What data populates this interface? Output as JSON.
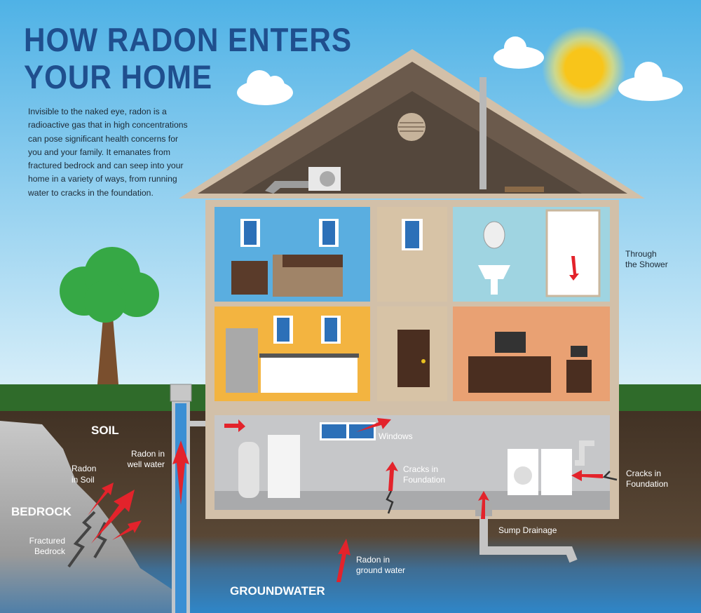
{
  "title": {
    "line1": "HOW RADON ENTERS",
    "line2": "YOUR HOME"
  },
  "intro": "Invisible to the naked eye, radon is a radioactive gas that in high concentrations can pose significant health concerns for you and your family. It emanates from fractured bedrock and can seep into your home in a variety of ways, from running water to cracks in the foundation.",
  "labels": {
    "soil": "SOIL",
    "bedrock": "BEDROCK",
    "groundwater": "GROUNDWATER",
    "radon_in_soil": [
      "Radon",
      "in Soil"
    ],
    "radon_in_well_water": [
      "Radon in",
      "well water"
    ],
    "fractured_bedrock": [
      "Fractured",
      "Bedrock"
    ],
    "windows": "Windows",
    "cracks_center": [
      "Cracks in",
      "Foundation"
    ],
    "cracks_right": [
      "Cracks in",
      "Foundation"
    ],
    "through_shower": [
      "Through",
      "the Shower"
    ],
    "sump_drainage": "Sump Drainage",
    "radon_in_groundwater": [
      "Radon in",
      "ground water"
    ]
  },
  "colors": {
    "title": "#1f4f8e",
    "arrow": "#e3232b",
    "soil": "#4b3b2b",
    "roof": "#6b5a4c",
    "sky": "#5cb8e8"
  }
}
